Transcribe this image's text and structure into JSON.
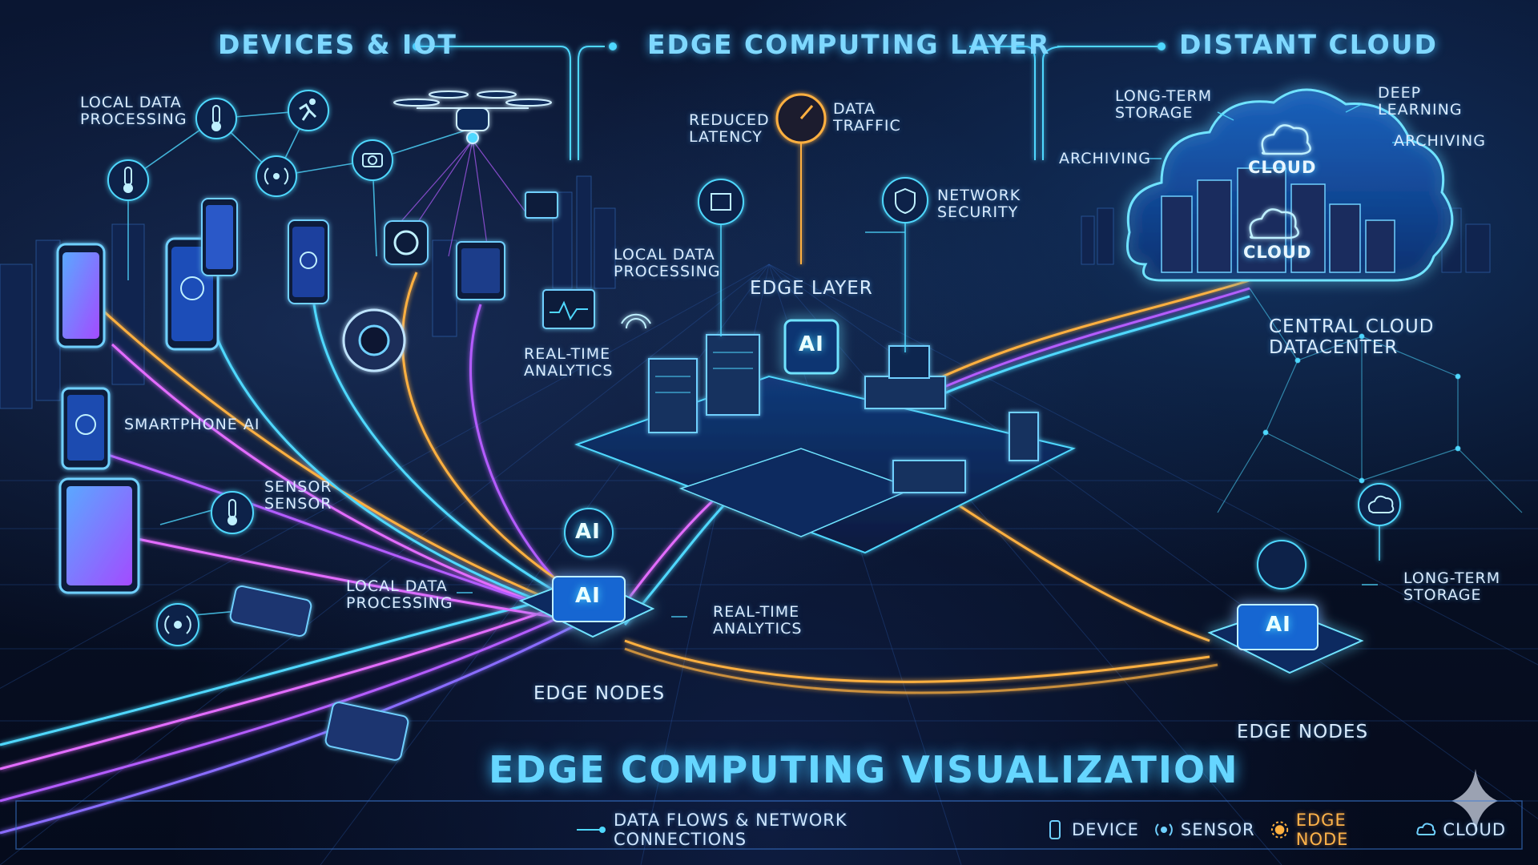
{
  "title": "EDGE COMPUTING VISUALIZATION",
  "sections": {
    "devices": "DEVICES & IoT",
    "edge": "EDGE COMPUTING LAYER",
    "cloud": "DISTANT CLOUD"
  },
  "devices_labels": {
    "local_processing": "LOCAL DATA\nPROCESSING",
    "smartphone_ai": "SMARTPHONE AI",
    "sensor": "SENSOR\nSENSOR",
    "local_processing_2": "LOCAL DATA\nPROCESSING"
  },
  "edge_labels": {
    "reduced_latency": "REDUCED\nLATENCY",
    "data_traffic": "DATA\nTRAFFIC",
    "network_security": "NETWORK\nSECURITY",
    "local_processing": "LOCAL DATA\nPROCESSING",
    "edge_layer": "EDGE LAYER",
    "real_time_1": "REAL-TIME\nANALYTICS",
    "real_time_2": "REAL-TIME\nANALYTICS",
    "edge_nodes_1": "EDGE NODES",
    "edge_nodes_2": "EDGE NODES"
  },
  "cloud_labels": {
    "long_term_storage": "LONG-TERM\nSTORAGE",
    "deep_learning": "DEEP\nLEARNING",
    "archiving_left": "ARCHIVING",
    "archiving_right": "ARCHIVING",
    "cloud_top": "CLOUD",
    "cloud_bottom": "CLOUD",
    "central_datacenter": "CENTRAL CLOUD\nDATACENTER",
    "long_term_storage_2": "LONG-TERM\nSTORAGE"
  },
  "chips": {
    "ai": "AI"
  },
  "legend": {
    "flows": "DATA FLOWS & NETWORK CONNECTIONS",
    "device": "DEVICE",
    "sensor": "SENSOR",
    "edge_node": "EDGE NODE",
    "cloud": "CLOUD"
  },
  "icons": [
    "thermometer-icon",
    "runner-icon",
    "camera-icon",
    "wifi-signal-icon",
    "drone-icon",
    "server-icon",
    "gauge-icon",
    "shield-icon",
    "cloud-icon",
    "ai-chip-icon",
    "smartphone-icon",
    "tablet-icon",
    "sparkle-icon"
  ],
  "colors": {
    "cyan": "#4fd8ff",
    "purple": "#b45cff",
    "magenta": "#e36cff",
    "orange": "#ffb040",
    "blue": "#3a8cff"
  }
}
